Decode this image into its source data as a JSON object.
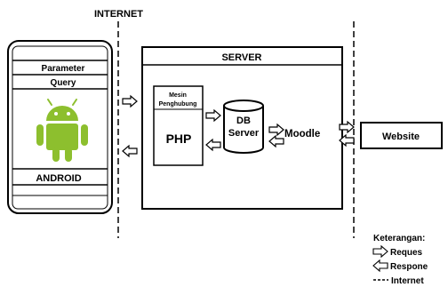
{
  "internet_label": "INTERNET",
  "phone": {
    "parameter": "Parameter",
    "query": "Query",
    "platform": "ANDROID",
    "robot_color": "#8dbf2e"
  },
  "server": {
    "title": "SERVER",
    "php_caption_line1": "Mesin",
    "php_caption_line2": "Penghubung",
    "php": "PHP",
    "db_line1": "DB",
    "db_line2": "Server",
    "moodle": "Moodle"
  },
  "website": "Website",
  "legend": {
    "title": "Keterangan:",
    "request": "Reques",
    "response": "Respone",
    "internet": "Internet"
  }
}
